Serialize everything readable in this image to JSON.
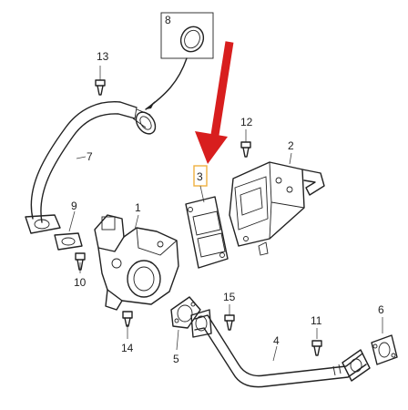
{
  "callouts": {
    "n1": "1",
    "n2": "2",
    "n3": "3",
    "n4": "4",
    "n5": "5",
    "n6": "6",
    "n7": "7",
    "n8": "8",
    "n9": "9",
    "n10": "10",
    "n11": "11",
    "n12": "12",
    "n13": "13",
    "n14": "14",
    "n15": "15"
  },
  "highlight": {
    "part": "3",
    "arrow_color": "#d81e1e",
    "box_color": "#f0b040"
  },
  "line_color": "#222222",
  "background": "#ffffff"
}
